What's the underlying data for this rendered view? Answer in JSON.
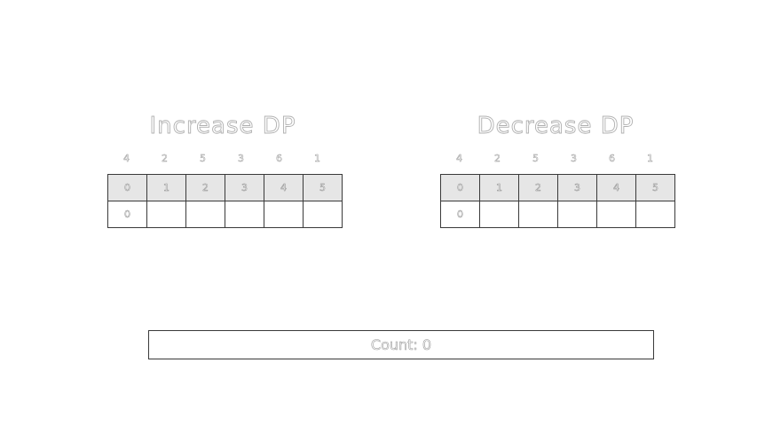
{
  "increase": {
    "title": "Increase DP",
    "input": [
      "4",
      "2",
      "5",
      "3",
      "6",
      "1"
    ],
    "indices": [
      "0",
      "1",
      "2",
      "3",
      "4",
      "5"
    ],
    "values": [
      "0",
      "",
      "",
      "",
      "",
      ""
    ]
  },
  "decrease": {
    "title": "Decrease DP",
    "input": [
      "4",
      "2",
      "5",
      "3",
      "6",
      "1"
    ],
    "indices": [
      "0",
      "1",
      "2",
      "3",
      "4",
      "5"
    ],
    "values": [
      "0",
      "",
      "",
      "",
      "",
      ""
    ]
  },
  "count": {
    "label": "Count: 0"
  }
}
